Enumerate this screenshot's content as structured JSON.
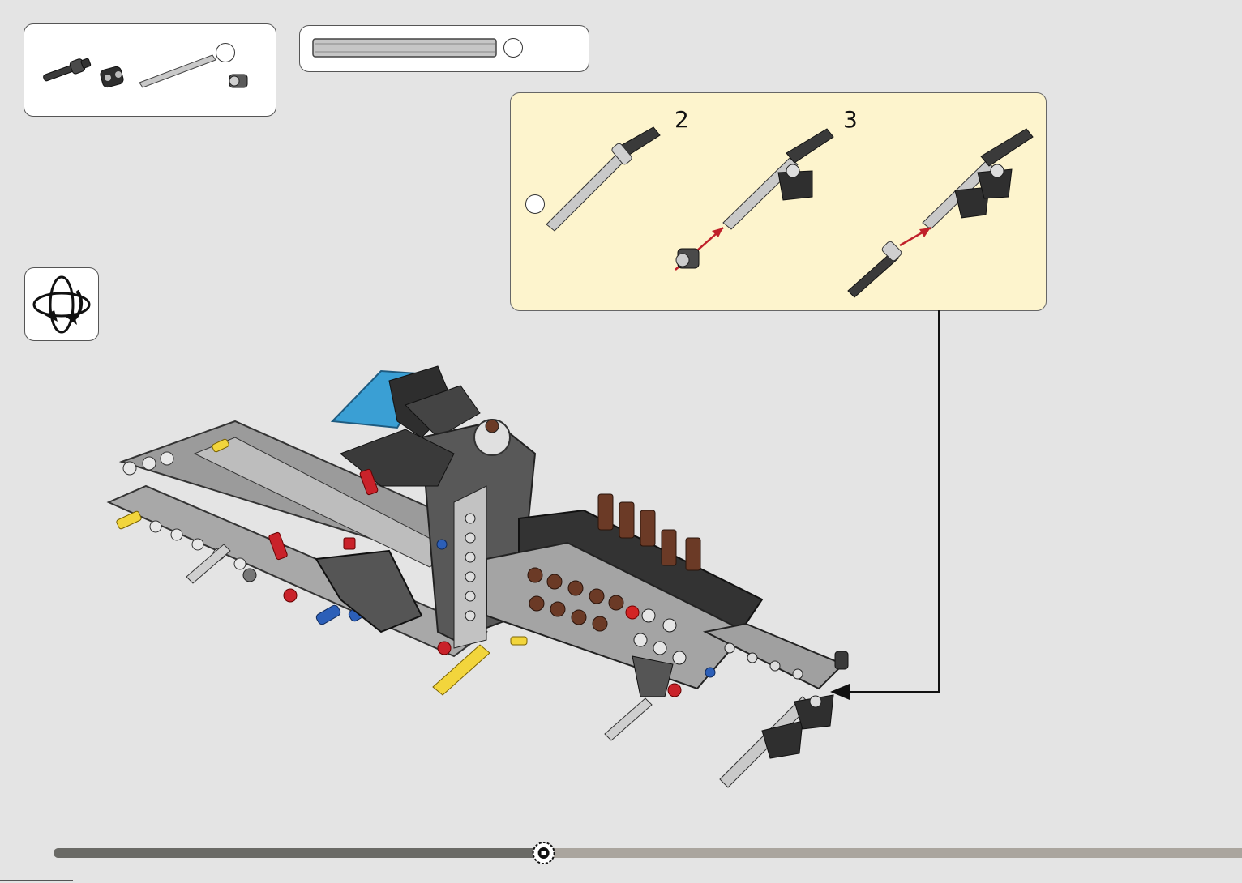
{
  "steps": [
    {
      "number": "2"
    },
    {
      "number": "3"
    }
  ],
  "icons": {
    "rotate": "rotate-model-icon",
    "progress_gear": "gear-icon"
  },
  "progress": {
    "fraction": 0.41
  },
  "colors": {
    "background": "#e4e4e4",
    "substep_panel": "#fdf4cd",
    "arrow": "#c0202a",
    "part_dark": "#3a3a3a",
    "part_light": "#b8b8b8",
    "progress_done": "#6a6a66",
    "progress_todo": "#aaa59e"
  }
}
